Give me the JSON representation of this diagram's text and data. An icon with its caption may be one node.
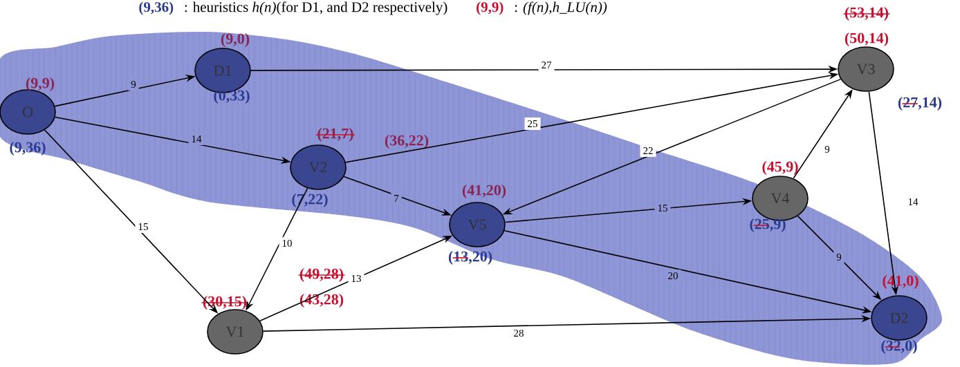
{
  "diagram": {
    "nodes": [
      {
        "text": [
          "O"
        ],
        "beside": [
          "(9,9)",
          "(9,36)"
        ]
      },
      {
        "text": [
          "D1"
        ],
        "beside": [
          "(9,0)",
          "(0,33)"
        ]
      },
      {
        "text": [
          "V2"
        ],
        "beside": [
          "(21,7)",
          "(36,22)",
          "(7,22)"
        ]
      },
      {
        "text": [
          "V1"
        ],
        "beside": [
          "(30,15)",
          "(49,28)",
          "(43,28)"
        ]
      },
      {
        "text": [
          "V5"
        ],
        "beside": [
          "(41,20)",
          "(13,20)"
        ]
      },
      {
        "text": [
          "V4"
        ],
        "beside": [
          "(45,9)",
          "(25,9)"
        ]
      },
      {
        "text": [
          "V3"
        ],
        "beside": [
          "(53,14)",
          "(50,14)",
          "(27,14)"
        ]
      },
      {
        "text": [
          "D2"
        ],
        "beside": [
          "(41,0)",
          "(32,0)"
        ]
      }
    ],
    "edges": [
      {
        "from": 0,
        "to": 1,
        "arrow": "to",
        "label": "9"
      },
      {
        "from": 0,
        "to": 2,
        "arrow": "to",
        "label": "14"
      },
      {
        "from": 0,
        "to": 3,
        "arrow": "to",
        "label": "15"
      },
      {
        "from": 1,
        "to": 6,
        "arrow": "to",
        "label": "27"
      },
      {
        "from": 2,
        "to": 6,
        "arrow": "to",
        "label": "25"
      },
      {
        "from": 2,
        "to": 4,
        "arrow": "to",
        "label": "7"
      },
      {
        "from": 2,
        "to": 3,
        "arrow": "to",
        "label": "10"
      },
      {
        "from": 3,
        "to": 4,
        "arrow": "to",
        "label": "13"
      },
      {
        "from": 3,
        "to": 7,
        "arrow": "to",
        "label": "28"
      },
      {
        "from": 6,
        "to": 4,
        "arrow": "to",
        "label": "22"
      },
      {
        "from": 4,
        "to": 5,
        "arrow": "to",
        "label": "15"
      },
      {
        "from": 5,
        "to": 6,
        "arrow": "to",
        "label": "9"
      },
      {
        "from": 6,
        "to": 7,
        "arrow": "to",
        "label": "14"
      },
      {
        "from": 5,
        "to": 7,
        "arrow": "to",
        "label": "9"
      },
      {
        "from": 4,
        "to": 7,
        "arrow": "to",
        "label": "20"
      }
    ],
    "labels": [
      "(9,36)",
      ": heuristics *h(n)*(for D1, and D2 respectively)",
      "(9,9)",
      ": *(f(n),h_LU(n))*"
    ]
  }
}
